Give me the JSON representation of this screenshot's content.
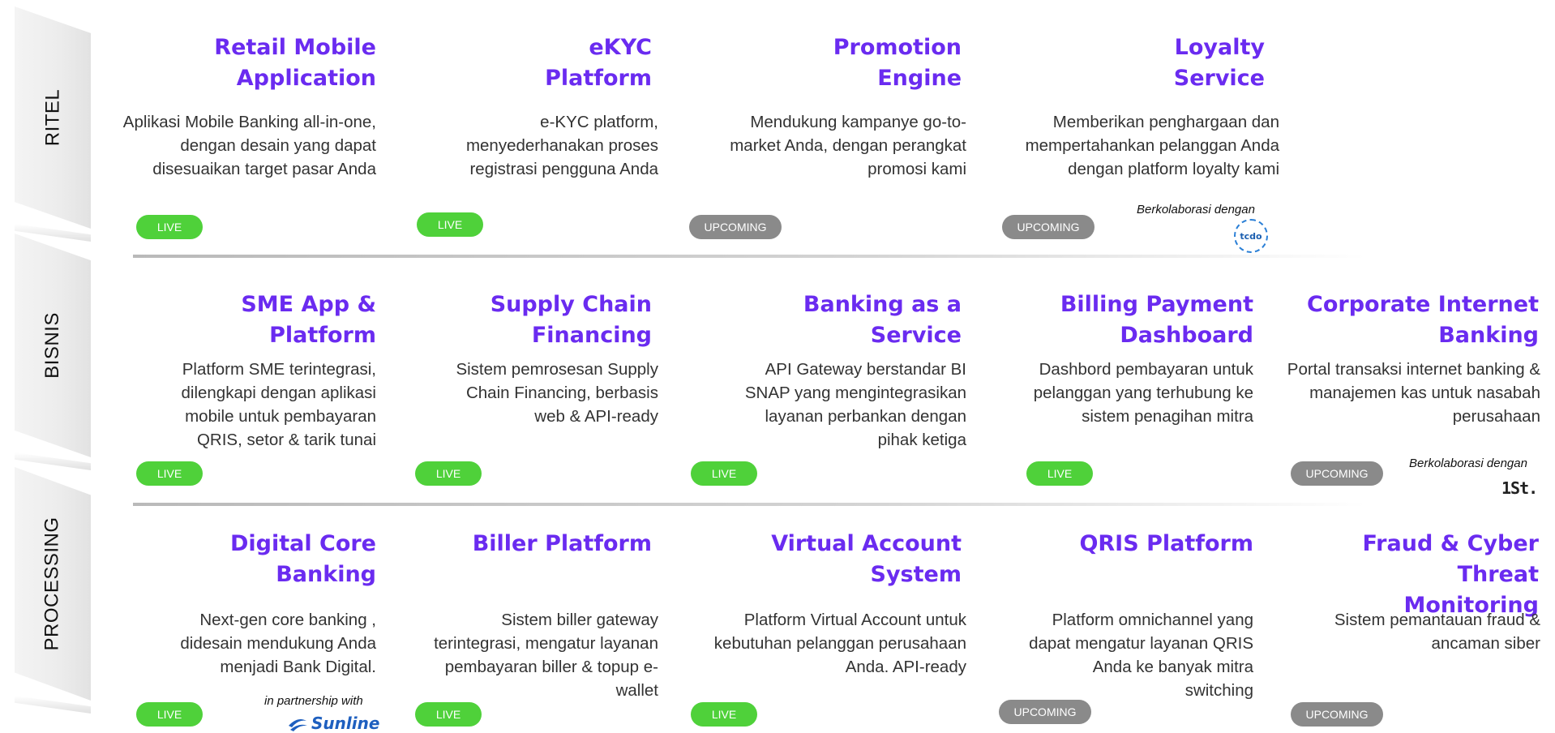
{
  "categories": {
    "ritel": "RITEL",
    "bisnis": "BISNIS",
    "processing": "PROCESSING"
  },
  "badges": {
    "live": "LIVE",
    "upcoming": "UPCOMING"
  },
  "colors": {
    "title": "#6a2bf0",
    "live": "#4fd13a",
    "upcoming": "#8a8a8a"
  },
  "ritel": [
    {
      "title_1": "Retail Mobile",
      "title_2": "Application",
      "desc": "Aplikasi Mobile Banking all-in-one, dengan desain yang dapat disesuaikan target pasar Anda",
      "status": "LIVE"
    },
    {
      "title_1": "eKYC",
      "title_2": "Platform",
      "desc": "e-KYC platform, menyederhanakan proses registrasi pengguna Anda",
      "status": "LIVE"
    },
    {
      "title_1": "Promotion",
      "title_2": "Engine",
      "desc": "Mendukung kampanye go-to-market  Anda, dengan perangkat promosi kami",
      "status": "UPCOMING"
    },
    {
      "title_1": "Loyalty",
      "title_2": "Service",
      "desc": "Memberikan penghargaan dan mempertahankan pelanggan Anda dengan platform loyalty kami",
      "status": "UPCOMING",
      "collab": "Berkolaborasi dengan",
      "logo": "tcdo"
    }
  ],
  "bisnis": [
    {
      "title_1": "SME App &",
      "title_2": "Platform",
      "desc": "Platform SME terintegrasi, dilengkapi dengan aplikasi mobile untuk pembayaran QRIS, setor & tarik tunai",
      "status": "LIVE"
    },
    {
      "title_1": "Supply Chain",
      "title_2": "Financing",
      "desc": "Sistem pemrosesan Supply Chain Financing, berbasis web & API-ready",
      "status": "LIVE"
    },
    {
      "title_1": "Banking as a",
      "title_2": "Service",
      "desc": "API Gateway berstandar BI SNAP yang mengintegrasikan layanan perbankan dengan pihak ketiga",
      "status": "LIVE"
    },
    {
      "title_1": "Billing Payment",
      "title_2": "Dashboard",
      "desc": "Dashbord pembayaran untuk pelanggan yang terhubung ke sistem penagihan mitra",
      "status": "LIVE"
    },
    {
      "title_1": "Corporate Internet",
      "title_2": "Banking",
      "desc": "Portal transaksi internet banking & manajemen kas untuk nasabah perusahaan",
      "status": "UPCOMING",
      "collab": "Berkolaborasi dengan",
      "logo": "1St."
    }
  ],
  "processing": [
    {
      "title_1": "Digital Core",
      "title_2": "Banking",
      "desc": "Next-gen core banking , didesain mendukung Anda menjadi Bank Digital.",
      "status": "LIVE",
      "collab": "in partnership with",
      "logo": "Sunline"
    },
    {
      "title_1": "Biller Platform",
      "title_2": "",
      "desc": "Sistem biller gateway terintegrasi, mengatur layanan pembayaran biller & topup e-wallet",
      "status": "LIVE"
    },
    {
      "title_1": "Virtual Account",
      "title_2": "System",
      "desc": "Platform Virtual Account untuk kebutuhan pelanggan perusahaan Anda. API-ready",
      "status": "LIVE"
    },
    {
      "title_1": "QRIS Platform",
      "title_2": "",
      "desc": "Platform omnichannel yang dapat mengatur layanan QRIS Anda ke banyak mitra switching",
      "status": "UPCOMING"
    },
    {
      "title_1": "Fraud & Cyber Threat",
      "title_2": "Monitoring",
      "desc": "Sistem pemantauan fraud & ancaman siber",
      "status": "UPCOMING"
    }
  ]
}
